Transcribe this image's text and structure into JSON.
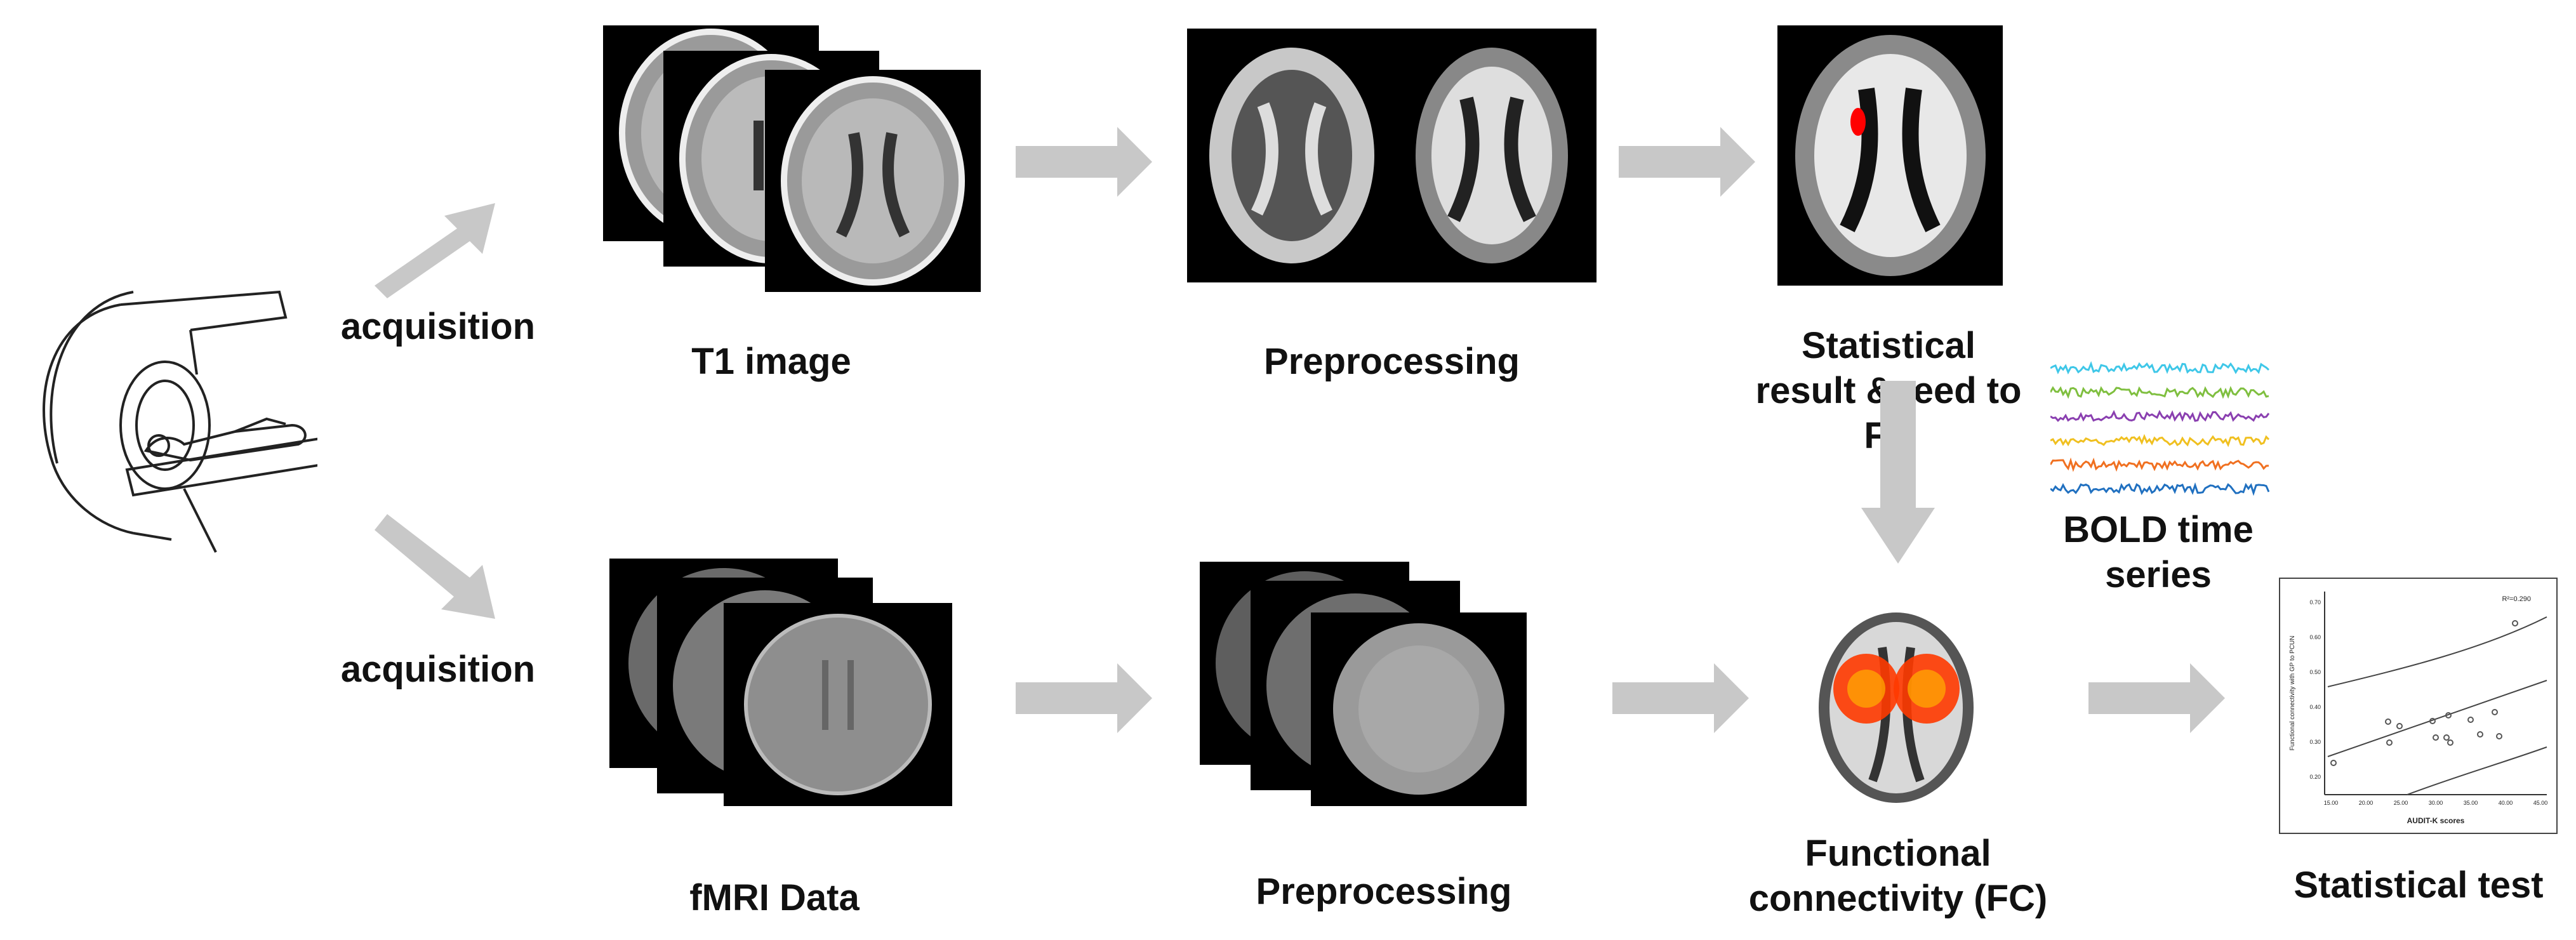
{
  "diagram": {
    "labels": {
      "acquisition_top": "acquisition",
      "acquisition_bottom": "acquisition",
      "t1_image": "T1 image",
      "preprocessing_top": "Preprocessing",
      "statistical_result": "Statistical result &seed to FC",
      "bold_time_series": "BOLD  time series",
      "fmri_data": "fMRI Data",
      "preprocessing_bottom": "Preprocessing",
      "functional_connectivity": "Functional connectivity (FC)",
      "statistical_test": "Statistical test"
    },
    "inset_plot": {
      "ylabel": "Functional connectivity with GP to PCUN",
      "xlabel": "AUDIT-K scores",
      "stat": "R²=0.290",
      "yticks": [
        "0.70",
        "0.60",
        "0.50",
        "0.40",
        "0.30",
        "0.20"
      ],
      "xticks": [
        "15.00",
        "20.00",
        "25.00",
        "30.00",
        "35.00",
        "40.00",
        "45.00"
      ]
    },
    "colors": {
      "arrow": "#c8c8c8",
      "activation": "#ff3a00",
      "seed": "#ff0000",
      "bold_lines": [
        "#3ec7e8",
        "#7fbf3f",
        "#8a3fb0",
        "#f0c020",
        "#f07020",
        "#2070c0"
      ]
    }
  }
}
